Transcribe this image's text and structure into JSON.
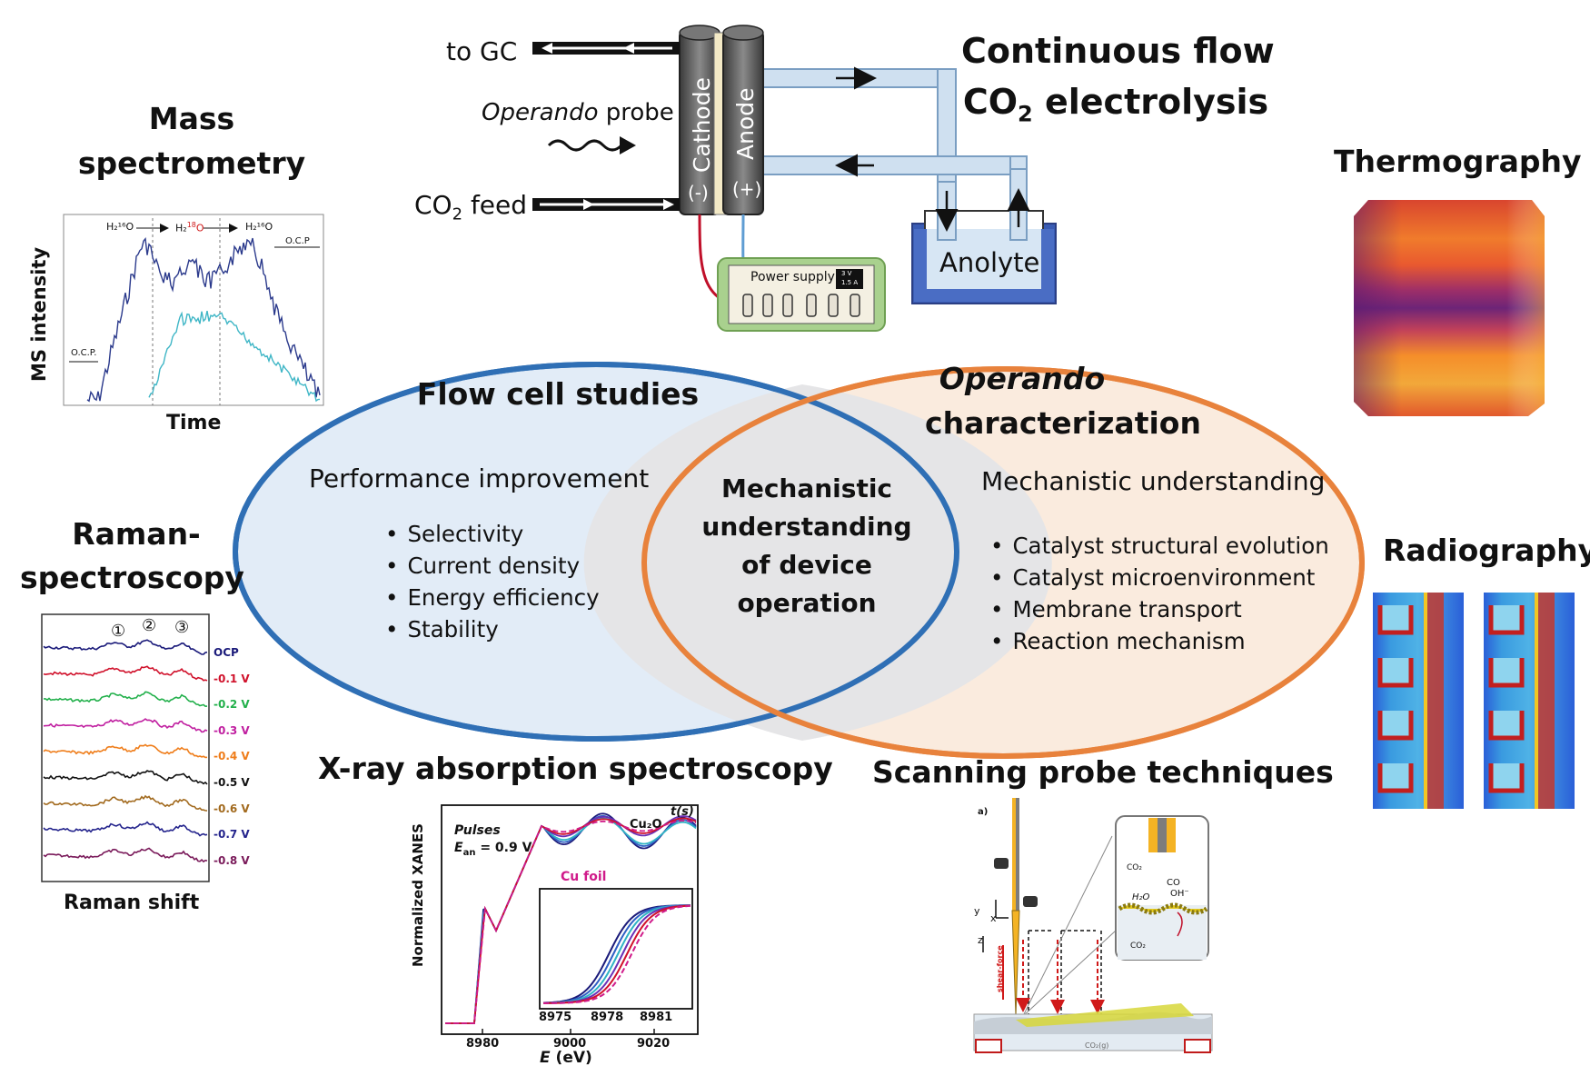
{
  "cell": {
    "to_gc": "to GC",
    "operando_word": "Operando",
    "probe_word": " probe",
    "co2_feed": "CO",
    "co2_feed_sub": "2",
    "co2_feed_rest": " feed",
    "cathode": "Cathode",
    "anode": "Anode",
    "cathode_sign": "(-)",
    "anode_sign": "(+)",
    "power_supply": "Power supply",
    "ps_display_1": "3 V",
    "ps_display_2": "1.5 A",
    "anolyte": "Anolyte",
    "title_line1": "Continuous flow",
    "title_line2_a": "CO",
    "title_line2_sub": "2",
    "title_line2_b": " electrolysis"
  },
  "venn": {
    "left_title": "Flow cell studies",
    "left_subtitle": "Performance improvement",
    "left_items": [
      "Selectivity",
      "Current density",
      "Energy efficiency",
      "Stability"
    ],
    "center": [
      "Mechanistic",
      "understanding",
      "of device",
      "operation"
    ],
    "right_title_1": "Operando",
    "right_title_2": "characterization",
    "right_subtitle": "Mechanistic understanding",
    "right_items": [
      "Catalyst structural evolution",
      "Catalyst microenvironment",
      "Membrane transport",
      "Reaction mechanism"
    ]
  },
  "mass_spec": {
    "title_1": "Mass",
    "title_2": "spectrometry",
    "ylabel": "MS intensity",
    "xlabel": "Time",
    "label_h2o_a": "H",
    "ocp_left": "O.C.P.",
    "ocp_right": "O.C.P",
    "seg1": "H₂¹⁶O",
    "seg2a": "H₂",
    "seg2b": "18",
    "seg2c": "O",
    "seg3": "H₂¹⁶O"
  },
  "raman": {
    "title_1": "Raman-",
    "title_2": "spectroscopy",
    "xlabel": "Raman shift",
    "peaks": [
      "①",
      "②",
      "③"
    ],
    "potentials": [
      "OCP",
      "-0.1 V",
      "-0.2 V",
      "-0.3 V",
      "-0.4 V",
      "-0.5 V",
      "-0.6 V",
      "-0.7 V",
      "-0.8 V"
    ],
    "colors": [
      "#1a1a7a",
      "#d0112b",
      "#22b04b",
      "#c01fa0",
      "#ef7d1a",
      "#111111",
      "#a26a1e",
      "#23238c",
      "#7a1a5a"
    ]
  },
  "thermography": {
    "title": "Thermography"
  },
  "radiography": {
    "title": "Radiography"
  },
  "xas": {
    "title": "X-ray absorption spectroscopy",
    "ylabel": "Normalized XANES",
    "xlabel_e": "E",
    "xlabel_unit": " (eV)",
    "pulses": "Pulses",
    "ean_a": "E",
    "ean_sub": "an",
    "ean_b": " = 0.9 V",
    "cu2o": "Cu₂O",
    "t_label": "t(s)",
    "cu_foil": "Cu foil",
    "x_ticks": [
      "8980",
      "9000",
      "9020"
    ],
    "inset_ticks": [
      "8975",
      "8978",
      "8981"
    ]
  },
  "spm": {
    "title": "Scanning probe techniques",
    "panel_label": "a)",
    "shear_force": "shear-force",
    "axis_y": "y",
    "axis_x": "x",
    "axis_z": "z",
    "co2_top": "CO₂",
    "co_label": "CO",
    "h2o_label": "H₂O",
    "oh_label": "OH⁻",
    "co2_inset": "CO₂",
    "co2_bottom": "CO₂(g)"
  }
}
